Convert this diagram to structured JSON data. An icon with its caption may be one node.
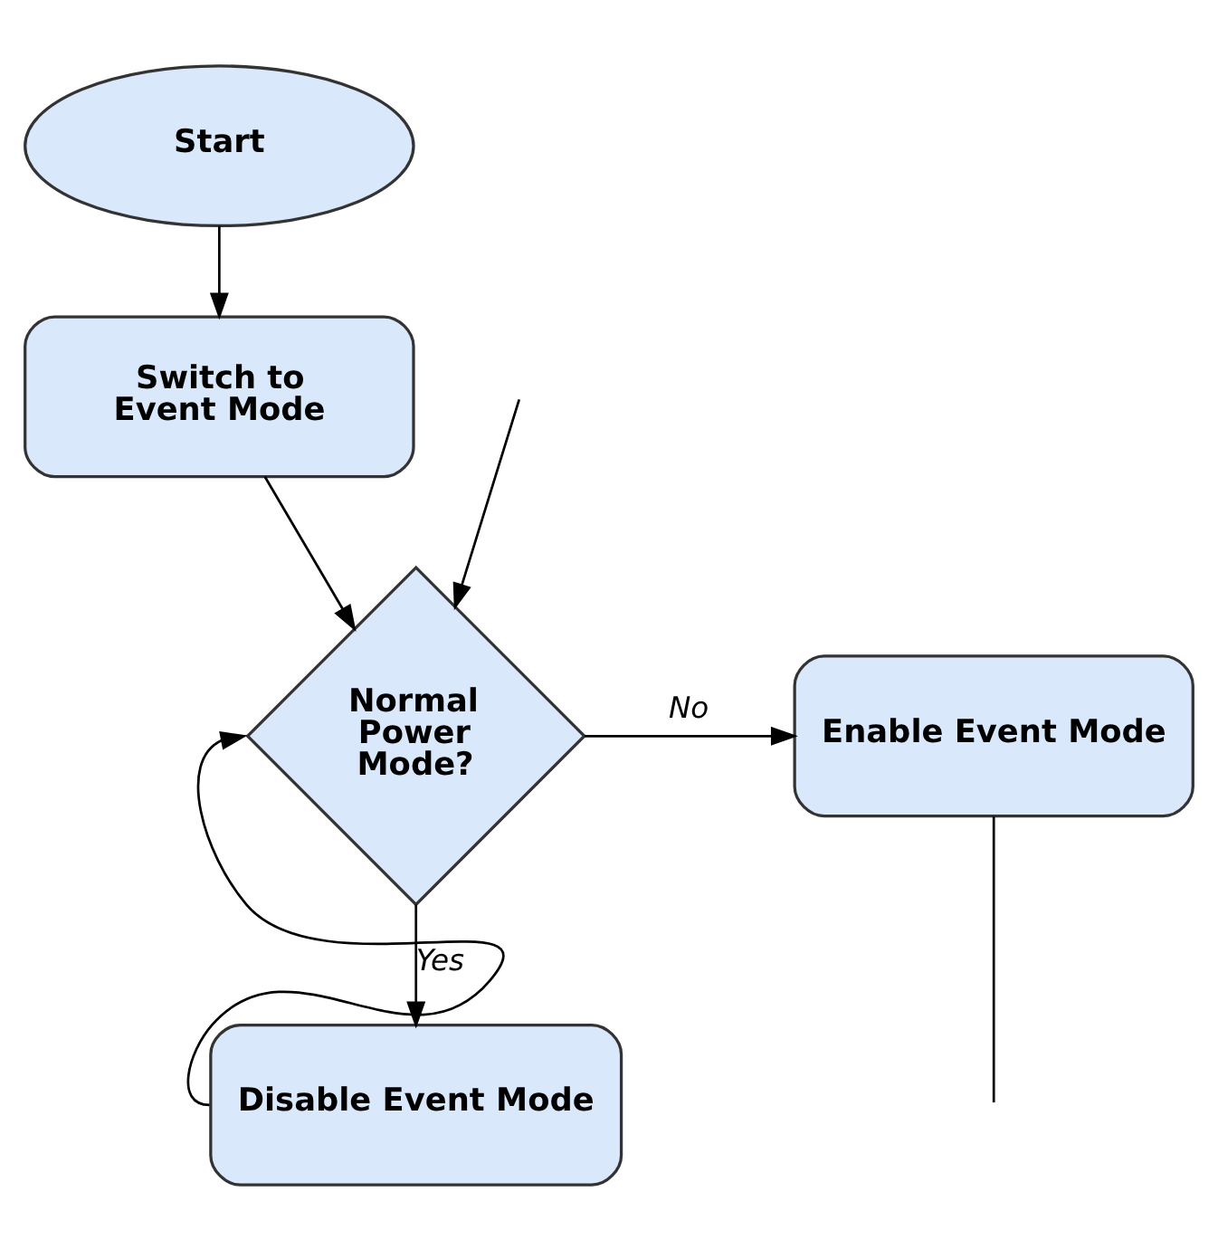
{
  "diagram": {
    "nodes": [
      {
        "text": [
          "Start"
        ]
      },
      {
        "text": [
          "Switch to Event Mode"
        ]
      },
      {
        "text": [
          "Normal Power Mode?"
        ]
      },
      {
        "text": [
          "Enable Event Mode"
        ]
      },
      {
        "text": [
          "Disable Event Mode"
        ]
      }
    ],
    "edges": [
      {
        "from": 0,
        "to": 1,
        "arrow": "to"
      },
      {
        "from": 1,
        "to": 2,
        "arrow": "to"
      },
      {
        "from": 2,
        "to": 3,
        "arrow": "to",
        "label": "No"
      },
      {
        "from": 2,
        "to": 4,
        "arrow": "to",
        "label": "Yes"
      },
      {
        "from": 4,
        "to": 2,
        "arrow": "to"
      },
      {
        "from": 3,
        "to": null,
        "arrow": "none"
      },
      {
        "from": null,
        "to": 2,
        "arrow": "to"
      }
    ]
  }
}
